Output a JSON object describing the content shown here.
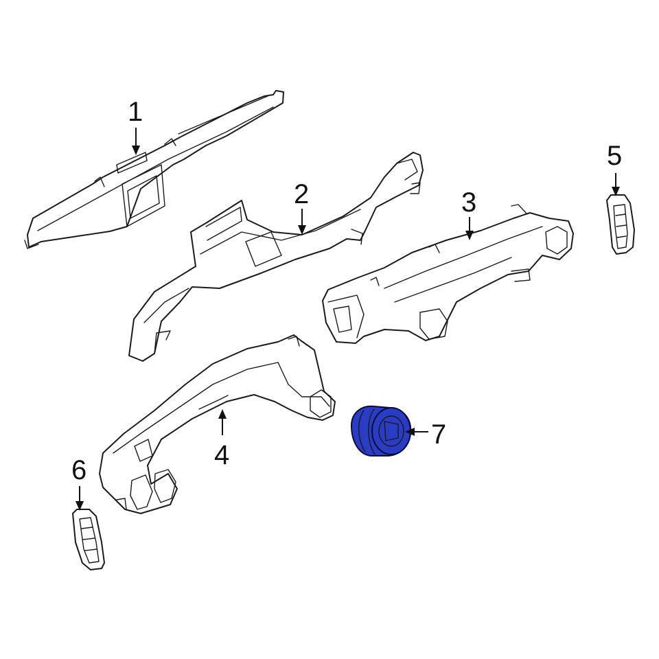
{
  "diagram": {
    "highlight_color": "#2a3bc4",
    "callouts": [
      {
        "id": "1",
        "label": "1"
      },
      {
        "id": "2",
        "label": "2"
      },
      {
        "id": "3",
        "label": "3"
      },
      {
        "id": "4",
        "label": "4"
      },
      {
        "id": "5",
        "label": "5"
      },
      {
        "id": "6",
        "label": "6"
      },
      {
        "id": "7",
        "label": "7"
      }
    ]
  }
}
